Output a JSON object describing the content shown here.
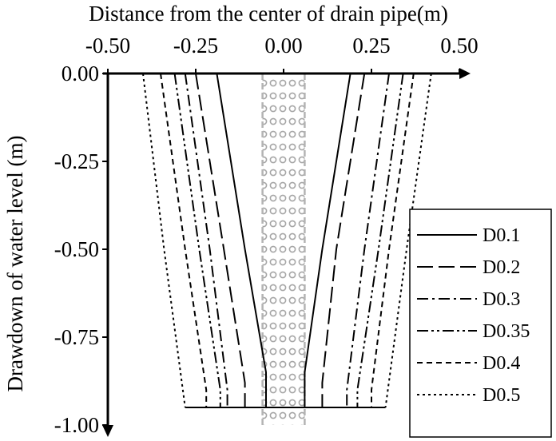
{
  "chart_data": {
    "type": "line",
    "xlabel": "Distance from the center of drain pipe(m)",
    "ylabel": "Drawdown of water level (m)",
    "xlim": [
      -0.5,
      0.5
    ],
    "ylim": [
      -1.0,
      0.0
    ],
    "x_ticks": [
      "-0.50",
      "-0.25",
      "0.00",
      "0.25",
      "0.50"
    ],
    "y_ticks": [
      "0.00",
      "-0.25",
      "-0.50",
      "-0.75",
      "-1.00"
    ],
    "x_axis_position": "top",
    "grid": false,
    "legend_position": "bottom-right",
    "drain_pipe": {
      "x_min": -0.06,
      "x_max": 0.06,
      "fill": "#b3b3b3"
    },
    "bottom_y": -0.95,
    "series": [
      {
        "name": "D0.1",
        "dash": "solid",
        "left": [
          [
            -0.19,
            0.0
          ],
          [
            -0.11,
            -0.5
          ],
          [
            -0.05,
            -0.85
          ],
          [
            -0.05,
            -0.95
          ]
        ],
        "right": [
          [
            0.19,
            0.0
          ],
          [
            0.11,
            -0.5
          ],
          [
            0.06,
            -0.85
          ],
          [
            0.06,
            -0.95
          ]
        ]
      },
      {
        "name": "D0.2",
        "dash": "long-dash",
        "left": [
          [
            -0.25,
            0.0
          ],
          [
            -0.17,
            -0.5
          ],
          [
            -0.11,
            -0.88
          ],
          [
            -0.11,
            -0.95
          ]
        ],
        "right": [
          [
            0.23,
            0.0
          ],
          [
            0.15,
            -0.5
          ],
          [
            0.11,
            -0.88
          ],
          [
            0.11,
            -0.95
          ]
        ]
      },
      {
        "name": "D0.3",
        "dash": "dash-dot",
        "left": [
          [
            -0.28,
            0.0
          ],
          [
            -0.21,
            -0.5
          ],
          [
            -0.16,
            -0.9
          ],
          [
            -0.16,
            -0.95
          ]
        ],
        "right": [
          [
            0.3,
            0.0
          ],
          [
            0.23,
            -0.5
          ],
          [
            0.18,
            -0.9
          ],
          [
            0.18,
            -0.95
          ]
        ]
      },
      {
        "name": "D0.35",
        "dash": "dash-dot-dot",
        "left": [
          [
            -0.31,
            0.0
          ],
          [
            -0.24,
            -0.5
          ],
          [
            -0.18,
            -0.9
          ],
          [
            -0.18,
            -0.95
          ]
        ],
        "right": [
          [
            0.34,
            0.0
          ],
          [
            0.27,
            -0.5
          ],
          [
            0.21,
            -0.9
          ],
          [
            0.21,
            -0.95
          ]
        ]
      },
      {
        "name": "D0.4",
        "dash": "short-dash",
        "left": [
          [
            -0.35,
            0.0
          ],
          [
            -0.28,
            -0.5
          ],
          [
            -0.22,
            -0.9
          ],
          [
            -0.22,
            -0.95
          ]
        ],
        "right": [
          [
            0.37,
            0.0
          ],
          [
            0.3,
            -0.5
          ],
          [
            0.25,
            -0.9
          ],
          [
            0.25,
            -0.95
          ]
        ]
      },
      {
        "name": "D0.5",
        "dash": "dotted",
        "left": [
          [
            -0.4,
            0.0
          ],
          [
            -0.34,
            -0.5
          ],
          [
            -0.28,
            -0.95
          ]
        ],
        "right": [
          [
            0.42,
            0.0
          ],
          [
            0.35,
            -0.5
          ],
          [
            0.29,
            -0.95
          ]
        ]
      }
    ]
  }
}
